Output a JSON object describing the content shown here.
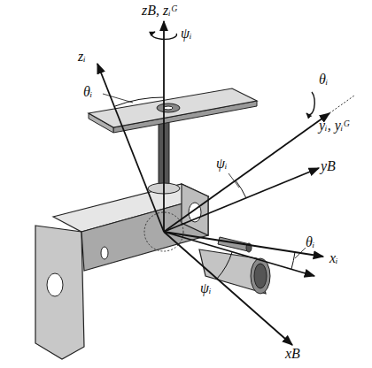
{
  "diagram": {
    "labels": [
      "zB, zᵢᴳ",
      "ψᵢ",
      "zᵢ",
      "θᵢ",
      "θᵢ",
      "yᵢ, yᵢᴳ",
      "ψᵢ",
      "yB",
      "θᵢ",
      "xᵢ",
      "ψᵢ",
      "xB"
    ]
  }
}
